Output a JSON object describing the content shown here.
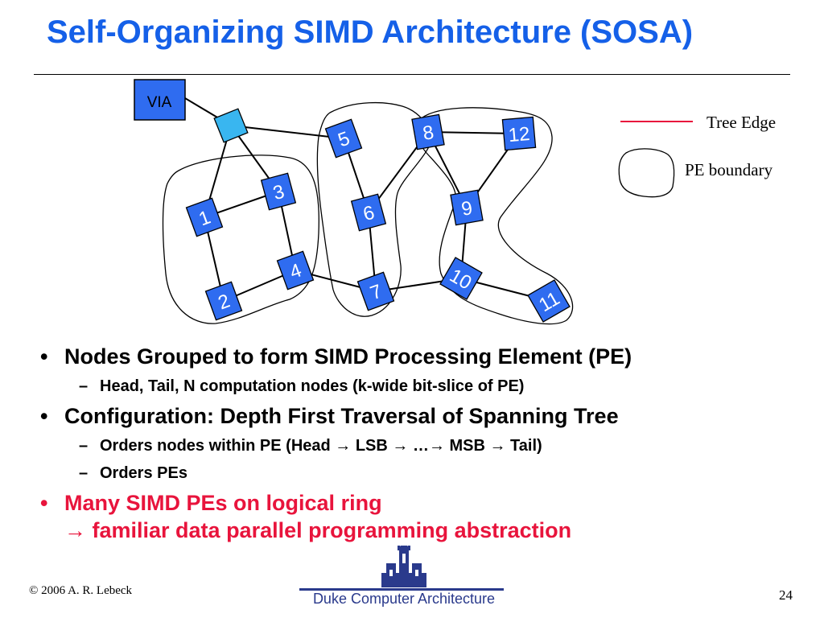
{
  "slide": {
    "title": "Self-Organizing SIMD Architecture (SOSA)",
    "page_number": "24",
    "copyright": "© 2006 A. R. Lebeck",
    "footer_brand": "Duke Computer Architecture"
  },
  "diagram": {
    "via_label": "VIA",
    "nodes": [
      "1",
      "2",
      "3",
      "4",
      "5",
      "6",
      "7",
      "8",
      "9",
      "10",
      "11",
      "12"
    ],
    "legend": {
      "tree_edge": "Tree Edge",
      "pe_boundary": "PE boundary"
    },
    "colors": {
      "node_fill": "#2f6cf0",
      "head_fill": "#39b6f0",
      "tree_edge": "#e8143c"
    }
  },
  "bullets": [
    {
      "text": "Nodes Grouped to form SIMD Processing Element (PE)",
      "sub": [
        "Head, Tail, N computation nodes (k-wide bit-slice of PE)"
      ]
    },
    {
      "text": "Configuration: Depth First Traversal of Spanning Tree",
      "sub": [
        "Orders nodes within PE (Head → LSB → …→ MSB → Tail)",
        "Orders PEs"
      ]
    },
    {
      "text_line1": "Many SIMD PEs on logical ring",
      "text_line2": "→ familiar data parallel programming abstraction"
    }
  ]
}
